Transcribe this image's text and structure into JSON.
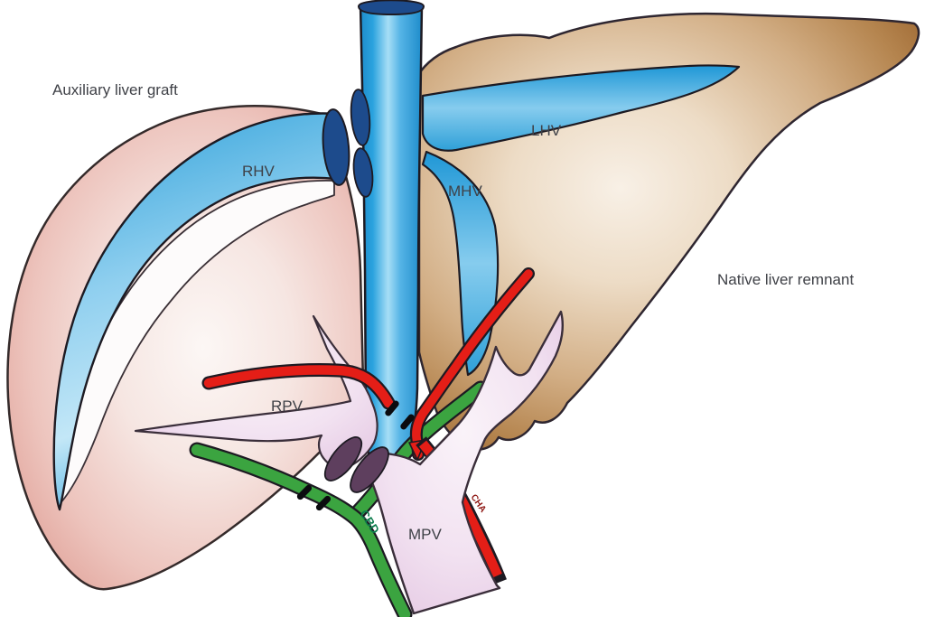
{
  "diagram": {
    "type": "medical-illustration",
    "subject": "Auxiliary liver graft and native liver remnant vascular anatomy",
    "labels": {
      "auxiliary_graft": "Auxiliary liver graft",
      "native_liver": "Native liver remnant",
      "rhv": "RHV",
      "lhv": "LHV",
      "mhv": "MHV",
      "rpv": "RPV",
      "mpv": "MPV",
      "cbd": "CBD",
      "cha": "CHA"
    },
    "colors": {
      "background": "#ffffff",
      "graft_pink": "#DC968C",
      "native_brown": "#A26C37",
      "vein_blue": "#2AA2DE",
      "vein_blue_light": "#9FD9F3",
      "stump_navy": "#1D4B8C",
      "portal_lavender": "#E9D3E8",
      "portal_cut_plum": "#5E3F5E",
      "artery_red": "#E41E17",
      "bile_green": "#3BA440",
      "outline_dark": "#1D1A22",
      "label_gray": "#3F4147",
      "cbd_text_green": "#0D7D4D",
      "cha_text_red": "#8E1713"
    }
  }
}
